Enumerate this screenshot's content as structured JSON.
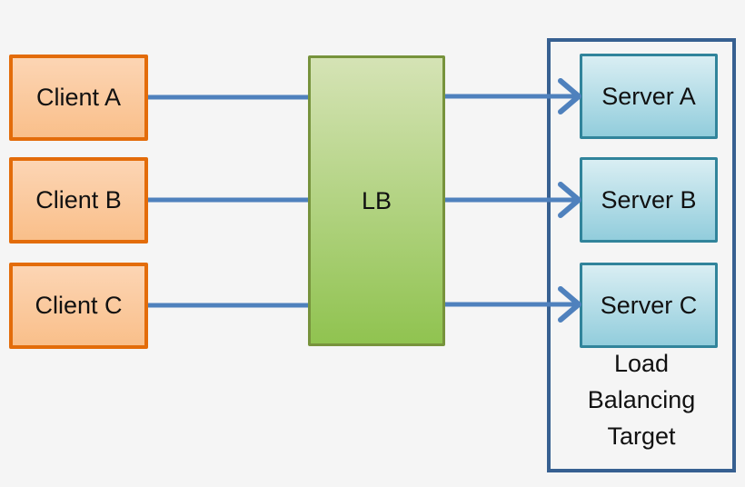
{
  "diagram": {
    "clients": [
      {
        "label": "Client A"
      },
      {
        "label": "Client B"
      },
      {
        "label": "Client C"
      }
    ],
    "load_balancer": {
      "label": "LB"
    },
    "servers": [
      {
        "label": "Server A"
      },
      {
        "label": "Server B"
      },
      {
        "label": "Server C"
      }
    ],
    "group": {
      "label": "Load Balancing Target"
    },
    "connections": [
      {
        "from": "Client A",
        "to": "LB",
        "arrowhead": false
      },
      {
        "from": "Client B",
        "to": "LB",
        "arrowhead": false
      },
      {
        "from": "Client C",
        "to": "LB",
        "arrowhead": false
      },
      {
        "from": "LB",
        "to": "Server A",
        "arrowhead": true
      },
      {
        "from": "LB",
        "to": "Server B",
        "arrowhead": true
      },
      {
        "from": "LB",
        "to": "Server C",
        "arrowhead": true
      }
    ]
  },
  "colors": {
    "background": "#f5f5f5",
    "text": "#111111",
    "arrow": "#4f81bd",
    "container_border": "#376091",
    "client_border": "#e36c0a",
    "client_fill_top": "#fcd5b4",
    "client_fill_bottom": "#f9bf8a",
    "lb_border": "#77933c",
    "lb_fill_top": "#d5e3b5",
    "lb_fill_bottom": "#90c350",
    "server_border": "#31849b",
    "server_fill_top": "#d9eef3",
    "server_fill_bottom": "#92cddc"
  }
}
